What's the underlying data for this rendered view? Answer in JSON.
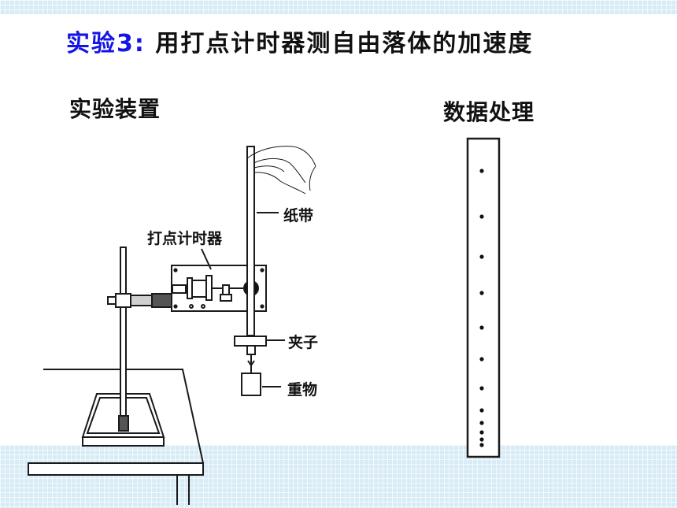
{
  "title": {
    "prefix": "实验3:",
    "main": "用打点计时器测自由落体的加速度"
  },
  "sections": {
    "apparatus": "实验装置",
    "data_processing": "数据处理"
  },
  "labels": {
    "paper_tape": "纸带",
    "timer": "打点计时器",
    "clip": "夹子",
    "weight": "重物"
  },
  "tape_dots": {
    "count": 13
  }
}
